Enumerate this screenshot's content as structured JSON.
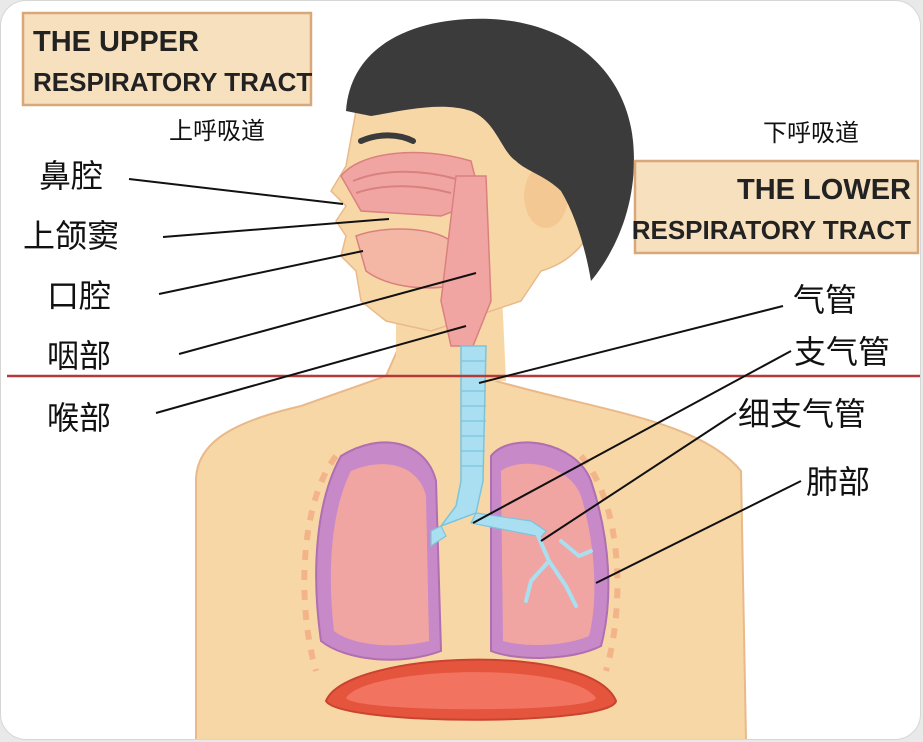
{
  "boxes": {
    "upper": {
      "line1": "THE UPPER",
      "line2": "RESPIRATORY TRACT",
      "cn": "上呼吸道"
    },
    "lower": {
      "line1": "THE LOWER",
      "line2": "RESPIRATORY TRACT",
      "cn": "下呼吸道"
    }
  },
  "labels_left": [
    "鼻腔",
    "上颌窦",
    "口腔",
    "咽部",
    "喉部"
  ],
  "labels_right": [
    "气管",
    "支气管",
    "细支气管",
    "肺部"
  ],
  "colors": {
    "box_fill": "#f6e0bd",
    "box_border": "#d9a87a",
    "skin": "#f8d7a6",
    "hair": "#3b3b3b",
    "lung_outer": "#c889c8",
    "lung_inner": "#f1a5a2",
    "diaphragm": "#e5553d",
    "trachea": "#a9dff0",
    "divider": "#b23a3a"
  }
}
